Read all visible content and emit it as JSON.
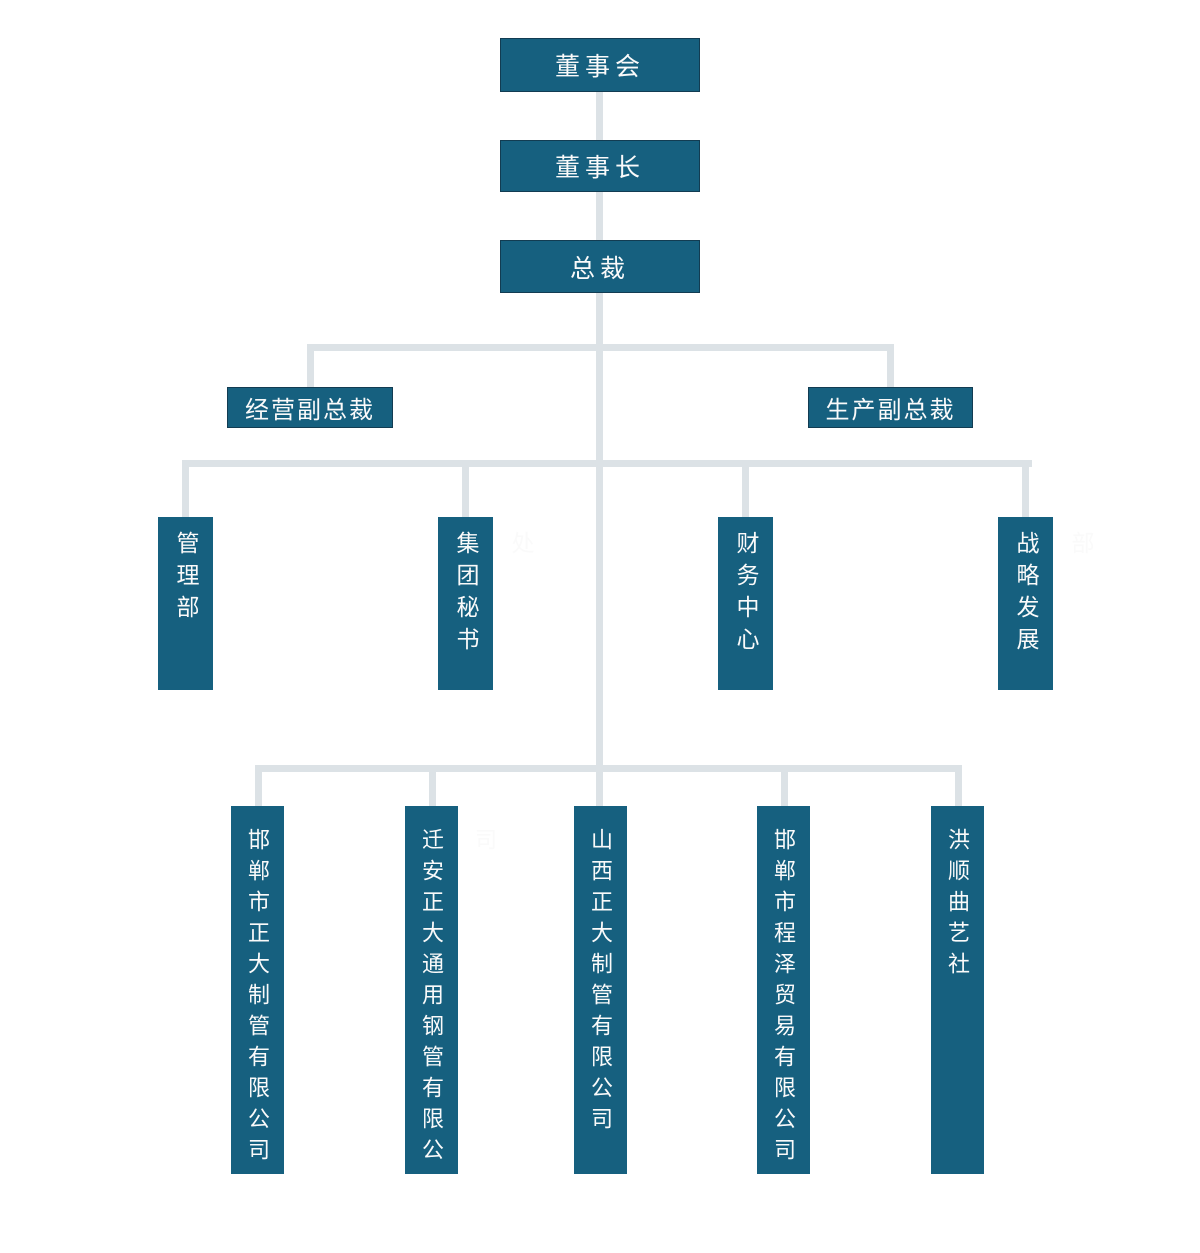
{
  "org_chart": {
    "board": "董事会",
    "chairman": "董事长",
    "president": "总裁",
    "vp_operations": "经营副总裁",
    "vp_production": "生产副总裁",
    "departments": [
      "管理部",
      "集团秘书处",
      "财务中心",
      "战略发展部"
    ],
    "subsidiaries": [
      "邯郸市正大制管有限公司",
      "迁安正大通用钢管有限公司",
      "山西正大制管有限公司",
      "邯郸市程泽贸易有限公司",
      "洪顺曲艺社"
    ],
    "colors": {
      "node_fill": "#16607F",
      "node_border": "#123C52",
      "connector_line": "#DCE2E6",
      "text": "#FAFAFA",
      "background": "#FFFFFF"
    }
  }
}
